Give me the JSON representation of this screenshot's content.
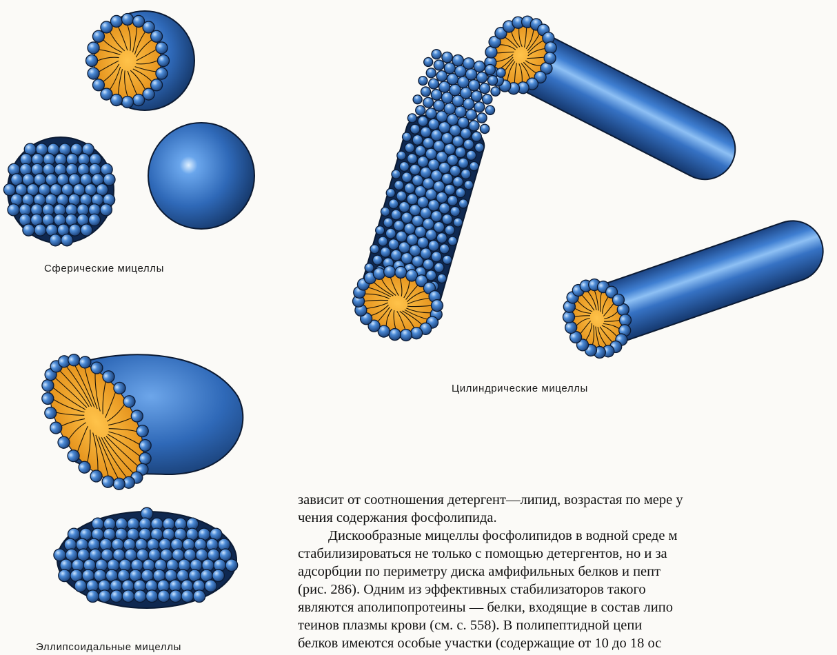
{
  "figure": {
    "captions": {
      "spherical": "Сферические мицеллы",
      "cylindrical": "Цилиндрические мицеллы",
      "ellipsoidal": "Эллипсоидальные мицеллы"
    },
    "colors": {
      "micelle_blue": "#2f69b8",
      "bead_blue": "#3d7fd0",
      "core_orange": "#f0a528",
      "outline": "#0b1a33"
    }
  },
  "text": {
    "lines": [
      "зависит от соотношения детергент—липид, возрастая по мере у",
      "чения содержания фосфолипида.",
      "Дискообразные мицеллы фосфолипидов в водной среде м",
      "стабилизироваться не только с помощью детергентов, но и за",
      "адсорбции по периметру диска амфифильных белков и пепт",
      "(рис. 286). Одним из эффективных стабилизаторов такого",
      "являются аполипопротеины — белки, входящие в состав липо",
      "теинов плазмы крови (см. с. 558). В полипептидной цепи",
      "белков имеются особые участки (содержащие от 10 до 18 ос"
    ]
  }
}
